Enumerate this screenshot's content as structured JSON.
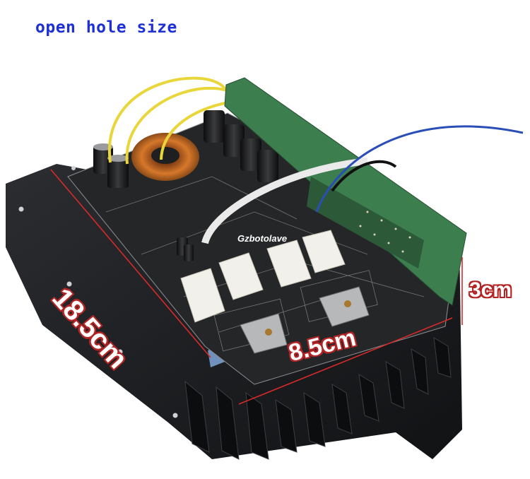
{
  "title": "open hole size",
  "watermark": "Gzbotolave",
  "dimensions": {
    "length": "18.5cm",
    "width": "8.5cm",
    "height": "3cm"
  },
  "colors": {
    "title": "#1d2fd6",
    "dimension_line": "#d62a2a",
    "dimension_text_outline": "#b32424",
    "heatsink": "#1b1c1f",
    "pcb": "#242627",
    "daughterboard": "#3d7e4f"
  }
}
